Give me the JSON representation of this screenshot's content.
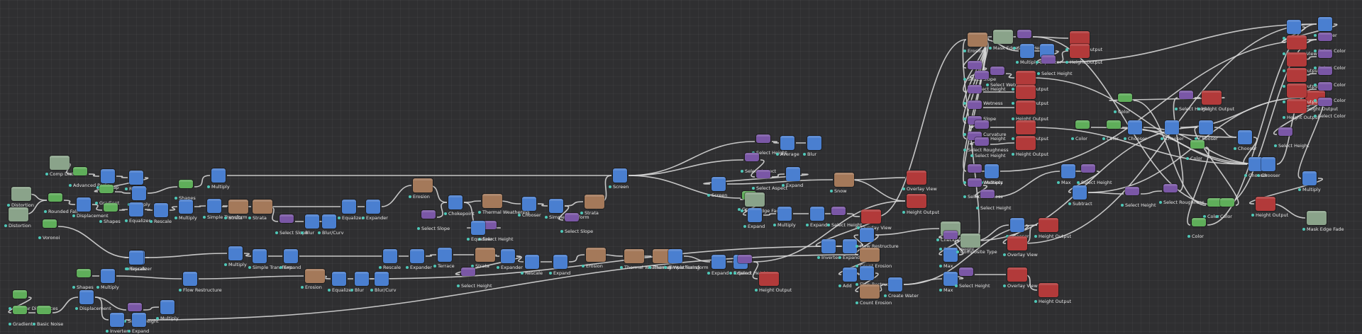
{
  "graph": {
    "background": "#2f2f31",
    "wire_color": "#d6d6d6",
    "colors": {
      "blue": "#4a7fd0",
      "green": "#5fae5a",
      "brown": "#a4795a",
      "purple": "#7a57a6",
      "red": "#b23a3a",
      "sage": "#8aa38a",
      "port": "#4ec8b8"
    },
    "nodes": [
      {
        "name": "Comp Distortion",
        "color": "sage"
      },
      {
        "name": "Advanced Perlin",
        "color": "green"
      },
      {
        "name": "Overlap",
        "color": "blue"
      },
      {
        "name": "Rescale",
        "color": "blue"
      },
      {
        "name": "Distortion",
        "color": "sage"
      },
      {
        "name": "Gradient",
        "color": "green"
      },
      {
        "name": "Multiply",
        "color": "blue"
      },
      {
        "name": "Shapes",
        "color": "green"
      },
      {
        "name": "Multiply",
        "color": "blue"
      },
      {
        "name": "Distortion",
        "color": "sage"
      },
      {
        "name": "Rounded Fall",
        "color": "green"
      },
      {
        "name": "Displacement",
        "color": "blue"
      },
      {
        "name": "Shapes",
        "color": "green"
      },
      {
        "name": "Equalizer",
        "color": "blue"
      },
      {
        "name": "Rescale",
        "color": "blue"
      },
      {
        "name": "Multiply",
        "color": "blue"
      },
      {
        "name": "Simple Transform",
        "color": "blue"
      },
      {
        "name": "Strata",
        "color": "brown"
      },
      {
        "name": "Strata",
        "color": "brown"
      },
      {
        "name": "Select Slope",
        "color": "purple"
      },
      {
        "name": "Blur",
        "color": "blue"
      },
      {
        "name": "Blur/Curv",
        "color": "blue"
      },
      {
        "name": "Equalizer",
        "color": "blue"
      },
      {
        "name": "Expander",
        "color": "blue"
      },
      {
        "name": "Erosion",
        "color": "brown"
      },
      {
        "name": "Select Slope",
        "color": "purple"
      },
      {
        "name": "Chokepoint",
        "color": "blue"
      },
      {
        "name": "Thermal Weathering",
        "color": "brown"
      },
      {
        "name": "Chooser",
        "color": "blue"
      },
      {
        "name": "Simple Transform",
        "color": "blue"
      },
      {
        "name": "Select Slope",
        "color": "purple"
      },
      {
        "name": "Strata",
        "color": "brown"
      },
      {
        "name": "Screen",
        "color": "blue"
      },
      {
        "name": "Select Height",
        "color": "purple"
      },
      {
        "name": "Equalizer",
        "color": "blue"
      },
      {
        "name": "Voronoi",
        "color": "green"
      },
      {
        "name": "Equalizer",
        "color": "blue"
      },
      {
        "name": "Rescale",
        "color": "blue"
      },
      {
        "name": "Multiply",
        "color": "blue"
      },
      {
        "name": "Simple Transform",
        "color": "blue"
      },
      {
        "name": "Expand",
        "color": "blue"
      },
      {
        "name": "Rescale",
        "color": "blue"
      },
      {
        "name": "Expander",
        "color": "blue"
      },
      {
        "name": "Terrace",
        "color": "blue"
      },
      {
        "name": "Strata",
        "color": "brown"
      },
      {
        "name": "Expander",
        "color": "blue"
      },
      {
        "name": "Select Height",
        "color": "purple"
      },
      {
        "name": "Rescale",
        "color": "blue"
      },
      {
        "name": "Expand",
        "color": "blue"
      },
      {
        "name": "Erosion",
        "color": "brown"
      },
      {
        "name": "Thermal Weathering",
        "color": "brown"
      },
      {
        "name": "Thermal Weathering",
        "color": "brown"
      },
      {
        "name": "Simple Transform",
        "color": "blue"
      },
      {
        "name": "Expand",
        "color": "blue"
      },
      {
        "name": "Expand",
        "color": "blue"
      },
      {
        "name": "Select Height",
        "color": "purple"
      },
      {
        "name": "Height Output",
        "color": "red"
      },
      {
        "name": "Shapes",
        "color": "green"
      },
      {
        "name": "Multiply",
        "color": "blue"
      },
      {
        "name": "Flow Restructure",
        "color": "blue"
      },
      {
        "name": "Erosion",
        "color": "brown"
      },
      {
        "name": "Equalizer",
        "color": "blue"
      },
      {
        "name": "Blur",
        "color": "blue"
      },
      {
        "name": "Blur/Curv",
        "color": "blue"
      },
      {
        "name": "Cellular Differences",
        "color": "green"
      },
      {
        "name": "Gradient",
        "color": "green"
      },
      {
        "name": "Basic Noise",
        "color": "green"
      },
      {
        "name": "Displacement",
        "color": "blue"
      },
      {
        "name": "Select Height",
        "color": "purple"
      },
      {
        "name": "Multiply",
        "color": "blue"
      },
      {
        "name": "Inverter",
        "color": "blue"
      },
      {
        "name": "Expand",
        "color": "blue"
      },
      {
        "name": "Select Height",
        "color": "purple"
      },
      {
        "name": "Average",
        "color": "blue"
      },
      {
        "name": "Blur",
        "color": "blue"
      },
      {
        "name": "Select Aspect",
        "color": "purple"
      },
      {
        "name": "Select Aspect",
        "color": "purple"
      },
      {
        "name": "Expand",
        "color": "blue"
      },
      {
        "name": "Screen",
        "color": "blue"
      },
      {
        "name": "Gradient",
        "color": "green"
      },
      {
        "name": "Mask Edge Fade",
        "color": "sage"
      },
      {
        "name": "Expand",
        "color": "blue"
      },
      {
        "name": "Multiply",
        "color": "blue"
      },
      {
        "name": "Expand",
        "color": "blue"
      },
      {
        "name": "Select Height",
        "color": "purple"
      },
      {
        "name": "Snow",
        "color": "brown"
      },
      {
        "name": "Overlay View",
        "color": "red"
      },
      {
        "name": "Height Output",
        "color": "red"
      },
      {
        "name": "Overlay View",
        "color": "red"
      },
      {
        "name": "Inverter",
        "color": "blue"
      },
      {
        "name": "Expand",
        "color": "blue"
      },
      {
        "name": "Flow Restructure",
        "color": "blue"
      },
      {
        "name": "Count Erosion",
        "color": "brown"
      },
      {
        "name": "Add",
        "color": "blue"
      },
      {
        "name": "Flow Restructure",
        "color": "blue"
      },
      {
        "name": "Count Erosion",
        "color": "brown"
      },
      {
        "name": "Create Water",
        "color": "blue"
      },
      {
        "name": "Checkpoint",
        "color": "sage"
      },
      {
        "name": "Select Height",
        "color": "purple"
      },
      {
        "name": "Max",
        "color": "blue"
      },
      {
        "name": "Composite Type",
        "color": "sage"
      },
      {
        "name": "Max",
        "color": "blue"
      },
      {
        "name": "Select Height",
        "color": "purple"
      },
      {
        "name": "Chooser",
        "color": "blue"
      },
      {
        "name": "Overlay View",
        "color": "red"
      },
      {
        "name": "Overlay View",
        "color": "red"
      },
      {
        "name": "Height Output",
        "color": "red"
      },
      {
        "name": "Height Output",
        "color": "red"
      },
      {
        "name": "Erosion",
        "color": "brown"
      },
      {
        "name": "Mask Edge Fade",
        "color": "sage"
      },
      {
        "name": "Select Height",
        "color": "purple"
      },
      {
        "name": "Height Output",
        "color": "red"
      },
      {
        "name": "Multiply",
        "color": "blue"
      },
      {
        "name": "Equalizer",
        "color": "blue"
      },
      {
        "name": "Select Height",
        "color": "purple"
      },
      {
        "name": "Height Output",
        "color": "red"
      },
      {
        "name": "Select Slope",
        "color": "purple"
      },
      {
        "name": "Select Height",
        "color": "purple"
      },
      {
        "name": "Select Wetness",
        "color": "purple"
      },
      {
        "name": "Height Output",
        "color": "red"
      },
      {
        "name": "Select Wetness",
        "color": "purple"
      },
      {
        "name": "Height Output",
        "color": "red"
      },
      {
        "name": "Select Slope",
        "color": "purple"
      },
      {
        "name": "Height Output",
        "color": "red"
      },
      {
        "name": "Select Curvature",
        "color": "purple"
      },
      {
        "name": "Select Height",
        "color": "purple"
      },
      {
        "name": "Height Output",
        "color": "red"
      },
      {
        "name": "Select Roughness",
        "color": "purple"
      },
      {
        "name": "Select Height",
        "color": "purple"
      },
      {
        "name": "Height Output",
        "color": "red"
      },
      {
        "name": "Select Wetness",
        "color": "purple"
      },
      {
        "name": "Multiply",
        "color": "blue"
      },
      {
        "name": "Select Wetness",
        "color": "purple"
      },
      {
        "name": "Select Height",
        "color": "purple"
      },
      {
        "name": "Max",
        "color": "blue"
      },
      {
        "name": "Select Height",
        "color": "purple"
      },
      {
        "name": "Subtract",
        "color": "blue"
      },
      {
        "name": "Select Height",
        "color": "purple"
      },
      {
        "name": "Select Roughness",
        "color": "purple"
      },
      {
        "name": "Select Height",
        "color": "purple"
      },
      {
        "name": "Height Output",
        "color": "red"
      },
      {
        "name": "Color",
        "color": "green"
      },
      {
        "name": "Color",
        "color": "green"
      },
      {
        "name": "Color",
        "color": "green"
      },
      {
        "name": "Color",
        "color": "green"
      },
      {
        "name": "Color",
        "color": "green"
      },
      {
        "name": "Chooser",
        "color": "blue"
      },
      {
        "name": "Chooser",
        "color": "blue"
      },
      {
        "name": "Chooser",
        "color": "blue"
      },
      {
        "name": "Chooser",
        "color": "blue"
      },
      {
        "name": "Chooser",
        "color": "blue"
      },
      {
        "name": "Chooser",
        "color": "blue"
      },
      {
        "name": "Height Output",
        "color": "red"
      },
      {
        "name": "Select Height",
        "color": "purple"
      },
      {
        "name": "Multiply",
        "color": "blue"
      },
      {
        "name": "Height Output",
        "color": "red"
      },
      {
        "name": "Mask Edge Fade",
        "color": "sage"
      },
      {
        "name": "Color",
        "color": "green"
      },
      {
        "name": "Color",
        "color": "green"
      },
      {
        "name": "Chooser",
        "color": "blue"
      },
      {
        "name": "Chooser",
        "color": "blue"
      },
      {
        "name": "Overlay View",
        "color": "red"
      },
      {
        "name": "Select Color",
        "color": "purple"
      },
      {
        "name": "Height Output",
        "color": "red"
      },
      {
        "name": "Select Color",
        "color": "purple"
      },
      {
        "name": "Height Output",
        "color": "red"
      },
      {
        "name": "Select Color",
        "color": "purple"
      },
      {
        "name": "Height Output",
        "color": "red"
      },
      {
        "name": "Select Color",
        "color": "purple"
      },
      {
        "name": "Height Output",
        "color": "red"
      },
      {
        "name": "Select Color",
        "color": "purple"
      },
      {
        "name": "Height Output",
        "color": "red"
      },
      {
        "name": "Select Color",
        "color": "purple"
      },
      {
        "name": "Height Output",
        "color": "red"
      }
    ]
  }
}
